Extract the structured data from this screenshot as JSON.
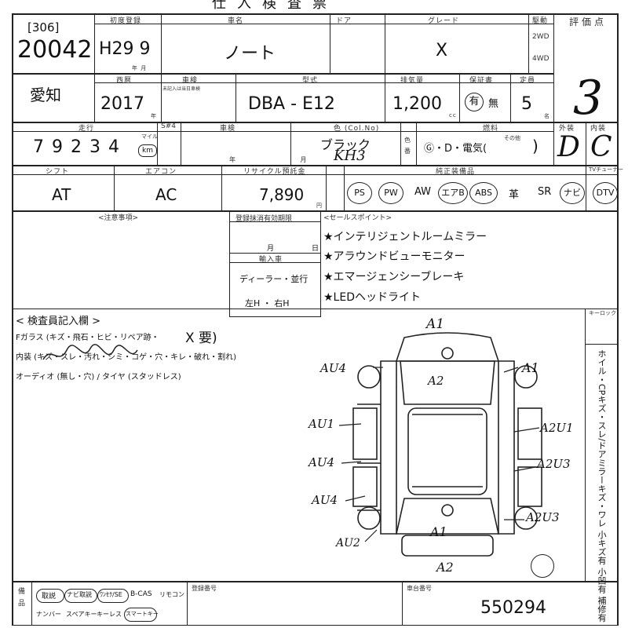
{
  "header": {
    "title": "仕入検査票",
    "lot_box": "[306]",
    "lot_number": "20042",
    "first_reg_label": "初度登録",
    "first_reg_value": "H29 9",
    "first_reg_unit": "年 月",
    "car_name_label": "車名",
    "car_name": "ノート",
    "door_label": "ドア",
    "grade_label": "グレード",
    "grade": "X",
    "drive_label": "駆動",
    "drive_2wd": "2WD",
    "drive_4wd": "4WD",
    "score_label": "評価点",
    "score": "3"
  },
  "row2": {
    "pref": "愛知",
    "year_label": "西暦",
    "year": "2017",
    "year_unit": "年",
    "inspection_label": "車検",
    "inspection_note": "未記入は当日車検",
    "type_label": "型式",
    "model_code": "DBA - E12",
    "displacement_label": "排気量",
    "displacement": "1,200",
    "displacement_unit": "cc",
    "warranty_label": "保証書",
    "warranty_yes": "有",
    "warranty_no": "無",
    "capacity_label": "定員",
    "capacity": "5",
    "capacity_unit": "名"
  },
  "row3": {
    "mileage_label": "走行",
    "mileage": "79234",
    "km_unit": "km",
    "mile_unit": "マイル",
    "s_label": "S#4",
    "plate_label": "車検",
    "month_label": "年 月",
    "color_label": "色 (Col.No)",
    "color": "ブラック",
    "color_code": "KH3",
    "fuel_label": "燃料",
    "fuel_options": "Ⓖ・D・電気(",
    "fuel_other": "その他",
    "fuel_close": ")",
    "exterior_label": "外装",
    "interior_label": "内装",
    "exterior": "D",
    "interior": "C"
  },
  "row4": {
    "shift_label": "シフト",
    "shift": "AT",
    "ac_label": "エアコン",
    "ac": "AC",
    "recycle_label": "リサイクル預託金",
    "recycle": "7,890",
    "recycle_unit": "円",
    "equip_label": "純正装備品",
    "tuner_label": "TVチューナー",
    "equipment": [
      "PS",
      "PW",
      "AW",
      "エアB",
      "ABS",
      "革",
      "SR",
      "ナビ",
      "DTV"
    ]
  },
  "notes": {
    "caution_label": "<注意事項>",
    "reg_expiry_label": "登録抹消有効期限",
    "month": "月",
    "day": "日",
    "import_label": "輸入車",
    "dealer": "ディーラー・並行",
    "handle": "左H ・ 右H",
    "sales_label": "<セールスポイント>",
    "sales_points": [
      "★インテリジェントルームミラー",
      "★アラウンドビューモニター",
      "★エマージェンシーブレーキ",
      "★LEDヘッドライト"
    ]
  },
  "inspector": {
    "title": "< 検査員記入欄 >",
    "glass": "Fガラス (キズ・飛石・ヒビ・リペア跡・",
    "glass_mark": "X 要)",
    "interior": "内装 (キズ・スレ・汚れ・シミ・コゲ・穴・キレ・破れ・割れ)",
    "audio": "オーディオ (無し・穴) / タイヤ (スタッドレス)",
    "key_label": "キーロック",
    "side_text": "ホイル・CPキズ・スレ/ドアミラーキズ・ワレ 小キズ有 小凹有 補修有"
  },
  "diagram_marks": {
    "top": "A1",
    "roof": "A2",
    "left_front": "AU4",
    "right_front": "A1",
    "left_door_f": "AU1",
    "right_door_f": "A2U1",
    "left_door_r": "AU4",
    "right_door_r": "A2U3",
    "left_rear": "AU4",
    "right_rear": "A2U3",
    "rear_left": "AU2",
    "trunk": "A1",
    "bottom": "A2"
  },
  "footer": {
    "equip_label": "備品",
    "items_row1": [
      "取説",
      "ナビ取説",
      "ﾜﾝｾｸ/SE",
      "B-CAS",
      "リモコン"
    ],
    "items_row2": [
      "ナンバー",
      "スペアキー",
      "キーレス",
      "スマートキー"
    ],
    "reg_number_label": "登録番号",
    "chassis_label": "車台番号",
    "chassis_number": "550294"
  }
}
